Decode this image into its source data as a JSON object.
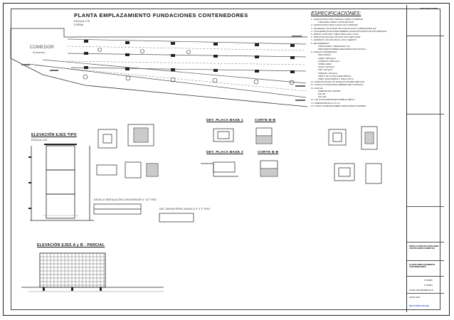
{
  "plan": {
    "title": "PLANTA EMPLAZAMIENTO FUNDACIONES CONTENEDORES",
    "scale": "ESCALA 1:75",
    "scale_sub": "FORMA",
    "room_label": "COMEDOR",
    "room_sub": "(Existente)"
  },
  "views": {
    "elev_tipo": "ELEVACIÓN EJES TIPO",
    "elev_tipo_scale": "ESCALA 1:25",
    "elev_parcial": "ELEVACIÓN EJES A y B - PARCIAL",
    "det_placa1": "DET. PLACA BASE 1",
    "det_placa2": "DET. PLACA BASE 2",
    "corte_bb": "CORTE B-B",
    "corte_bb2": "CORTE B-B",
    "detalle_cont": "DETALLE INSTALACIÓN CONTENEDOR 4\" 1/2\" PISO",
    "det_union": "DET. UNION PERFIL ANGULO 2\" X 2\" PISO"
  },
  "specs": {
    "title": "ESPECIFICACIONES:",
    "lines": [
      "1.- ACERO ESTRUCTURAL PERFILES: ACERO A SUPERIOR",
      "TUBULARES: ACERO A ASTM A500 GR.B",
      "2.- ACERO ESTRUCTURAL PLACAS: ASI A SUPERIOR",
      "3.- SOLDADURA: PLCA FW ER 70S A CON 0/4-3G ETC (SEÑALIZACION 3/4)",
      "4.- LOS ELEMENTOS DE ACERO DEBERÁN LLEVAR DOS MANOS DE ANTICORROSIVO",
      "5.- PERNOS: ASTM A325, TUERCA A563, ARAN. A F436",
      "6.- PERNOS DE ANCLAJE: ASTM A36 CON TUERCA A563",
      "7.- HORMIGÓN: G25 CON 90% NC, 30 KG CEMENTO",
      "8.- RECUBRIMIENTO",
      "FUNDACIONES Y PEDESTALES: 5cm",
      "PREVIAMENTE DEBERÁ REALIZARSE UNA PLANTILLA",
      "9.- CARGAS CONSIDERADAS",
      "PESO PROPIO",
      "ACERO: 7850 Kg/m3",
      "HORMIGÓN: 2500 Kg/m3",
      "SOBRE CARGA",
      "TECHO: 100 Kg/m2",
      "PISO: 250 Kg/m2",
      "TABIQUES: 100 Kg/m2",
      "VIENTO: 95 m/s (VELOCIDAD BÁSICA)",
      "SISMO: ZONA SÍSMICA 3, SUELO TIPO D",
      "10.- ANTES DE INICIAR LOS TRABAJOS SE DEBE VERIFICAR",
      "11.- TODAS LAS SOLDADURAS DEBERÁN SER CONTINUAS",
      "12.- ANCLAJE",
      "DIÁMETRO DE LA BARRA",
      "#10 a #8",
      "#16 a #22",
      "13.- LAS COTAS PREVALECEN SOBRE EL DIBUJO",
      "14.- DIMENSIONES EN mm (S.I.C)",
      "15.- TODAS LAS MEDIDAS DEBEN VERIFICARSE EN TERRENO"
    ]
  },
  "titleblock": {
    "header": "LISTA DE PLANOS",
    "project": "INSTALACIÓN DE FAENA MINA COPIOS DOM'S DOMEYKO",
    "drawing": "PLANTA EMPLAZAMIENTO CONTENEDORES",
    "discipline": "PLANO DE DESARROLLO",
    "sheet_code": "DR-ST-DWG-001-R0A",
    "revision_a": "P. RUBIO",
    "revision_b": "P. RUBIO",
    "date": "JUNIO 2022"
  }
}
